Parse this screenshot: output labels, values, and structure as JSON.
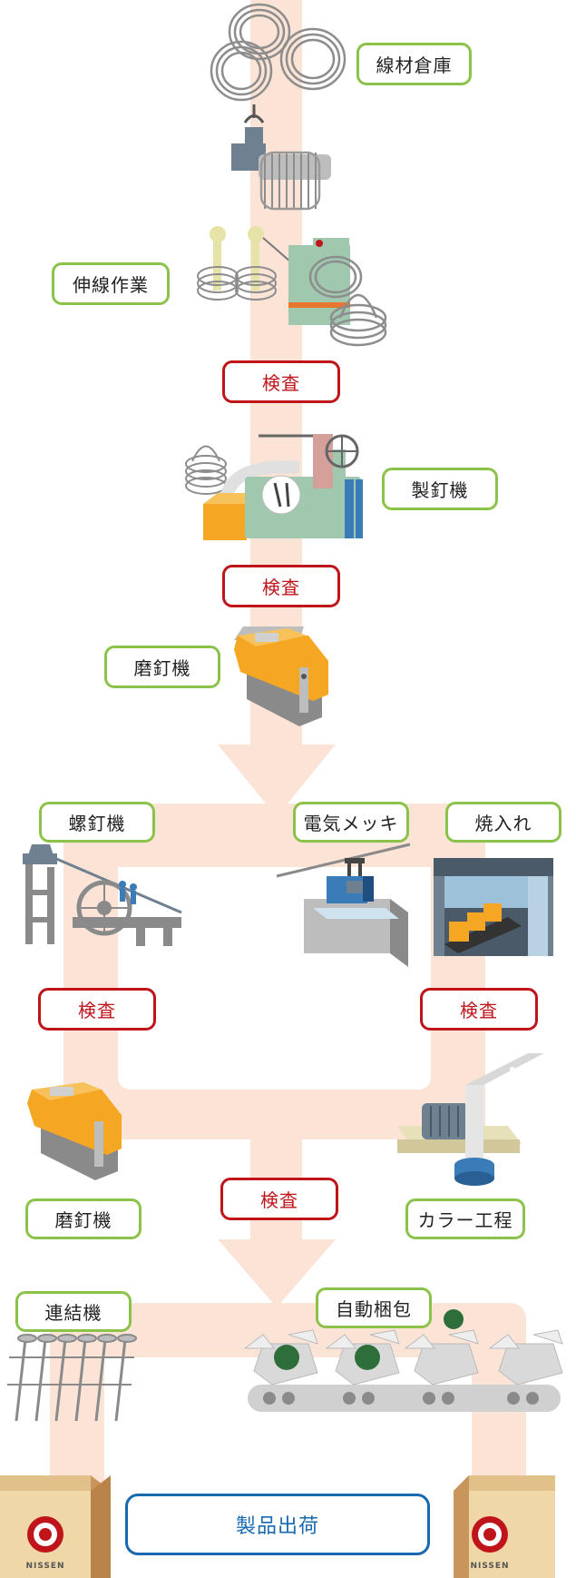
{
  "colors": {
    "flow": "#fbe3d6",
    "step_border": "#8bc34a",
    "inspection_border": "#c0141b",
    "shipping_border": "#1769b0"
  },
  "steps": {
    "wire_warehouse": "線材倉庫",
    "wire_drawing": "伸線作業",
    "nail_making": "製釘機",
    "polishing_1": "磨釘機",
    "screw_nail": "螺釘機",
    "electroplating": "電気メッキ",
    "quenching": "焼入れ",
    "polishing_2": "磨釘機",
    "color_process": "カラー工程",
    "collating": "連結機",
    "auto_packing": "自動梱包",
    "shipping": "製品出荷"
  },
  "inspections": {
    "i1": "検査",
    "i2": "検査",
    "i3": "検査",
    "i4": "検査",
    "i5": "検査"
  },
  "brand": {
    "box_left": "NISSEN",
    "box_right": "NISSEN"
  }
}
